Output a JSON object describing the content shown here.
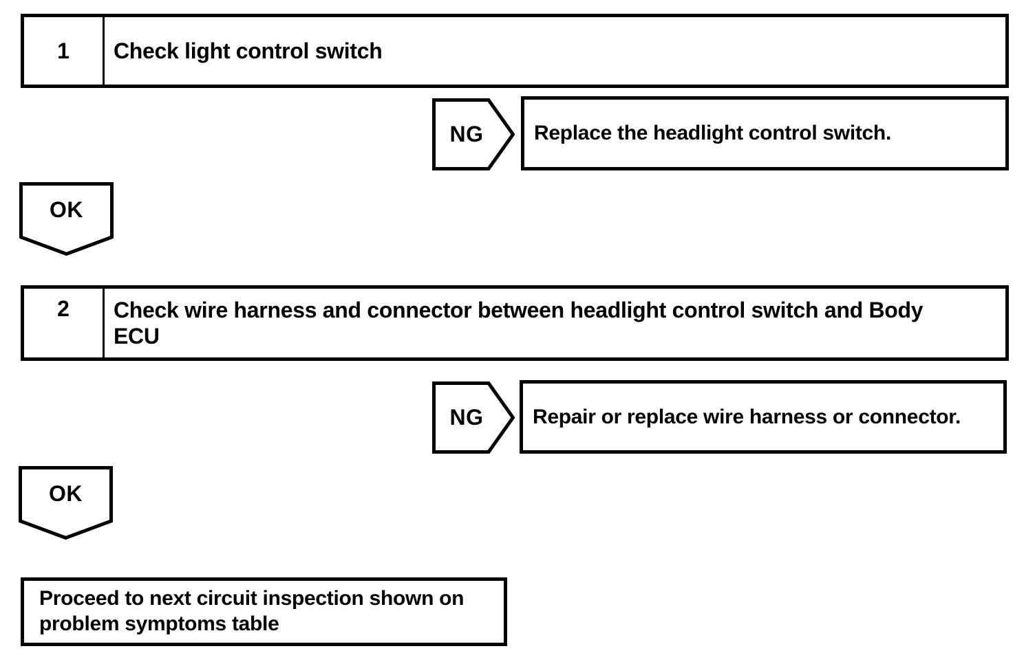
{
  "page": {
    "background_color": "#ffffff",
    "ink_color": "#000000",
    "kind": "diagnostic-flowchart"
  },
  "flow": {
    "step1": {
      "number": "1",
      "title": "Check light control switch"
    },
    "ng1": {
      "label": "NG",
      "result": "Replace the headlight control switch."
    },
    "ok1": {
      "label": "OK"
    },
    "step2": {
      "number": "2",
      "title": "Check wire harness and connector between headlight control switch and Body ECU"
    },
    "ng2": {
      "label": "NG",
      "result": "Repair or replace wire harness or connector."
    },
    "ok2": {
      "label": "OK"
    },
    "final": {
      "text": "Proceed to next circuit inspection shown on problem symptoms table"
    }
  }
}
